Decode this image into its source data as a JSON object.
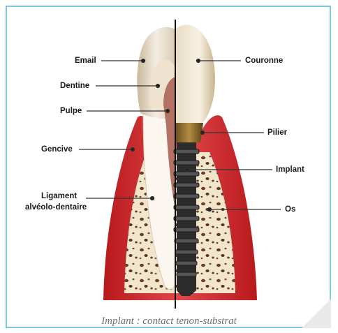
{
  "labels": {
    "email": "Email",
    "dentine": "Dentine",
    "pulpe": "Pulpe",
    "gencive": "Gencive",
    "ligament_line1": "Ligament",
    "ligament_line2": "alvéolo-dentaire",
    "couronne": "Couronne",
    "pilier": "Pilier",
    "implant": "Implant",
    "os": "Os"
  },
  "caption": "Implant : contact tenon-substrat",
  "colors": {
    "frame_border": "#7cc7e0",
    "gum": "#d02a2a",
    "bone": "#f1e6cc",
    "enamel": "#efe8dc",
    "pulp": "#b5786a",
    "abutment": "#8c6a2c",
    "implant": "#2c2c2c"
  }
}
